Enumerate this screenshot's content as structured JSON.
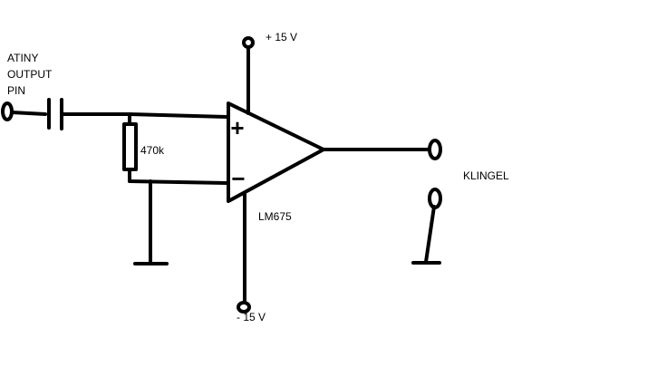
{
  "diagram": {
    "labels": {
      "input_line1": "ATINY",
      "input_line2": "OUTPUT",
      "input_line3": "PIN",
      "positive_supply": "+ 15 V",
      "negative_supply": "- 15 V",
      "resistor_value": "470k",
      "opamp_part": "LM675",
      "output": "KLINGEL"
    },
    "opamp_symbols": {
      "plus": "+",
      "minus": "−"
    }
  }
}
